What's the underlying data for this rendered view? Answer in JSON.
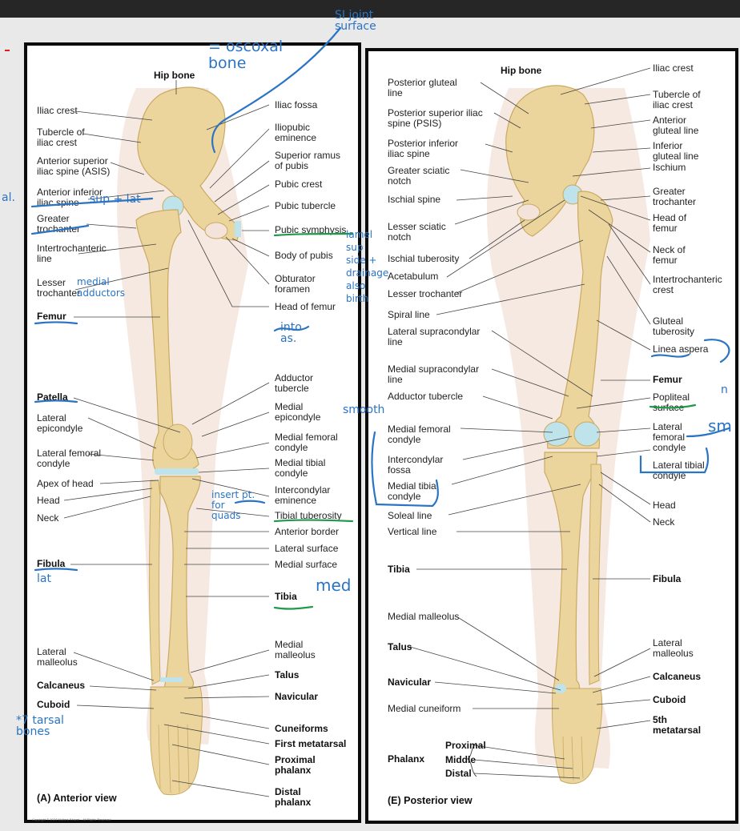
{
  "colors": {
    "bone": "#ecd59c",
    "bone_edge": "#c9aa63",
    "cartilage": "#bfe3ea",
    "skin": "#f4e3da",
    "ink_blue": "#2a74c4",
    "ink_green": "#1f9a4a"
  },
  "anterior": {
    "caption": "(A) Anterior view",
    "copyright": "Copyright © 2024 Wolters Kluwer – All Rights Reserved",
    "labels": {
      "hip_bone": "Hip bone",
      "iliac_crest": "Iliac crest",
      "tubercle_iliac_crest": "Tubercle of\niliac crest",
      "asis": "Anterior superior\niliac spine (ASIS)",
      "aiis": "Anterior inferior\niliac spine",
      "greater_trochanter": "Greater\ntrochanter",
      "intertrochanteric_line": "Intertrochanteric\nline",
      "lesser_trochanter": "Lesser\ntrochanter",
      "femur": "Femur",
      "patella": "Patella",
      "lateral_epicondyle": "Lateral\nepicondyle",
      "lateral_femoral_condyle": "Lateral femoral\ncondyle",
      "apex_of_head": "Apex of head",
      "head": "Head",
      "neck": "Neck",
      "fibula": "Fibula",
      "lateral_malleolus": "Lateral\nmalleolus",
      "calcaneus": "Calcaneus",
      "cuboid": "Cuboid",
      "iliac_fossa": "Iliac fossa",
      "iliopubic_eminence": "Iliopubic\neminence",
      "superior_ramus": "Superior ramus\nof pubis",
      "pubic_crest": "Pubic crest",
      "pubic_tubercle": "Pubic tubercle",
      "pubic_symphysis": "Pubic symphysis",
      "body_of_pubis": "Body of pubis",
      "obturator_foramen": "Obturator\nforamen",
      "head_of_femur": "Head of femur",
      "adductor_tubercle": "Adductor\ntubercle",
      "medial_epicondyle": "Medial\nepicondyle",
      "medial_femoral_condyle": "Medial femoral\ncondyle",
      "medial_tibial_condyle": "Medial tibial\ncondyle",
      "intercondylar_eminence": "Intercondylar\neminence",
      "tibial_tuberosity": "Tibial tuberosity",
      "anterior_border": "Anterior border",
      "lateral_surface": "Lateral surface",
      "medial_surface": "Medial surface",
      "tibia": "Tibia",
      "medial_malleolus": "Medial\nmalleolus",
      "talus": "Talus",
      "navicular": "Navicular",
      "cuneiforms": "Cuneiforms",
      "first_metatarsal": "First metatarsal",
      "proximal_phalanx": "Proximal\nphalanx",
      "distal_phalanx": "Distal\nphalanx"
    }
  },
  "posterior": {
    "caption": "(E) Posterior view",
    "labels": {
      "hip_bone": "Hip bone",
      "posterior_gluteal_line": "Posterior gluteal\nline",
      "psis": "Posterior superior iliac\nspine (PSIS)",
      "posterior_inferior_iliac_spine": "Posterior inferior\niliac spine",
      "greater_sciatic_notch": "Greater sciatic\nnotch",
      "ischial_spine": "Ischial spine",
      "lesser_sciatic_notch": "Lesser sciatic\nnotch",
      "ischial_tuberosity": "Ischial tuberosity",
      "acetabulum": "Acetabulum",
      "lesser_trochanter": "Lesser trochanter",
      "spiral_line": "Spiral line",
      "lateral_supracondylar_line": "Lateral supracondylar\nline",
      "medial_supracondylar_line": "Medial supracondylar\nline",
      "adductor_tubercle": "Adductor tubercle",
      "medial_femoral_condyle": "Medial femoral\ncondyle",
      "intercondylar_fossa": "Intercondylar\nfossa",
      "medial_tibial_condyle": "Medial tibial\ncondyle",
      "soleal_line": "Soleal line",
      "vertical_line": "Vertical line",
      "tibia": "Tibia",
      "medial_malleolus": "Medial  malleolus",
      "talus": "Talus",
      "navicular": "Navicular",
      "medial_cuneiform": "Medial cuneiform",
      "phalanx": "Phalanx",
      "proximal": "Proximal",
      "middle": "Middle",
      "distal": "Distal",
      "iliac_crest": "Iliac crest",
      "tubercle_iliac_crest": "Tubercle of\niliac crest",
      "anterior_gluteal_line": "Anterior\ngluteal line",
      "inferior_gluteal_line": "Inferior\ngluteal line",
      "ischium": "Ischium",
      "greater_trochanter": "Greater\ntrochanter",
      "head_of_femur": "Head of\nfemur",
      "neck_of_femur": "Neck of\nfemur",
      "intertrochanteric_crest": "Intertrochanteric\ncrest",
      "gluteal_tuberosity": "Gluteal\ntuberosity",
      "linea_aspera": "Linea aspera",
      "femur": "Femur",
      "popliteal_surface": "Popliteal\nsurface",
      "lateral_femoral_condyle": "Lateral\nfemoral\ncondyle",
      "lateral_tibial_condyle": "Lateral tibial\ncondyle",
      "head": "Head",
      "neck": "Neck",
      "fibula": "Fibula",
      "lateral_malleolus": "Lateral\nmalleolus",
      "calcaneus": "Calcaneus",
      "cuboid": "Cuboid",
      "fifth_metatarsal": "5th\nmetatarsal"
    }
  },
  "annotations": {
    "st_joint": "SI joint\nsurface",
    "oscoxal": "= oscoxal\nbone",
    "sup_lat": "sup + lat",
    "medial_adductors": "medial\nadductors",
    "lamel": "lamel\nsup\nside +\ndrainage\nalso\nbirth",
    "into_as": "into\nas.",
    "smooth": "smooth",
    "insert_quads": "insert pt.\nfor\nquads",
    "lat": "lat",
    "med": "med",
    "seven_tarsal": "*7 tarsal\nbones",
    "sm": "sm",
    "n": "n",
    "al": "al."
  }
}
